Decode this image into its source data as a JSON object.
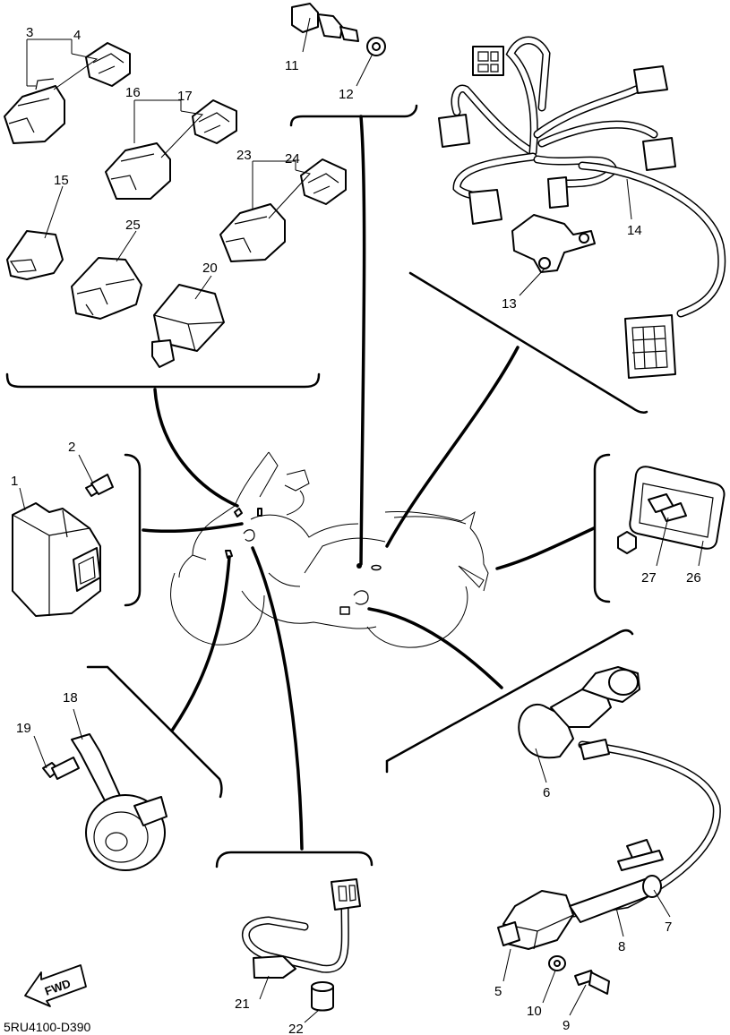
{
  "diagram": {
    "callouts": [
      "1",
      "2",
      "3",
      "4",
      "5",
      "6",
      "7",
      "8",
      "9",
      "10",
      "11",
      "12",
      "13",
      "14",
      "15",
      "16",
      "17",
      "18",
      "19",
      "20",
      "21",
      "22",
      "23",
      "24",
      "25",
      "26",
      "27"
    ],
    "drawing_code": "5RU4100-D390",
    "fwd_label": "FWD"
  }
}
